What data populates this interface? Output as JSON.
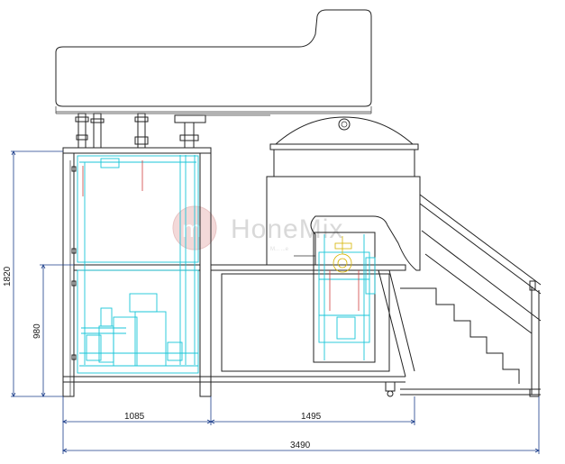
{
  "diagram": {
    "dimensions": {
      "overall_height": "1820",
      "frame_height": "980",
      "left_width": "1085",
      "right_width": "1495",
      "total_width": "3490"
    },
    "watermark": {
      "brand": "HoneMix",
      "logo_letter": "m",
      "tagline": "M...                ...e"
    },
    "colors": {
      "line": "#222222",
      "cyan_component": "#19c6d8",
      "red_component": "#d04040",
      "dimension": "#1a3c8a"
    }
  }
}
